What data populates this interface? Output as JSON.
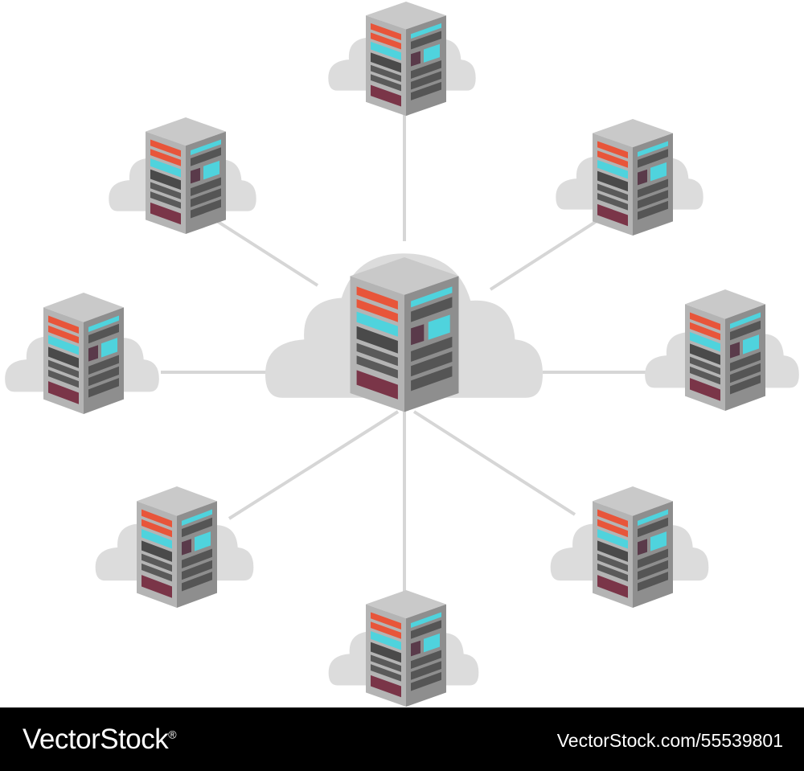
{
  "diagram": {
    "hub": {
      "name": "central-cloud-server"
    },
    "nodes": [
      {
        "name": "server-top"
      },
      {
        "name": "server-top-right"
      },
      {
        "name": "server-right"
      },
      {
        "name": "server-bottom-right"
      },
      {
        "name": "server-bottom"
      },
      {
        "name": "server-bottom-left"
      },
      {
        "name": "server-left"
      },
      {
        "name": "server-top-left"
      }
    ],
    "colors": {
      "cloud": "#dcdcdc",
      "line": "#d6d6d6",
      "rack_top": "#c9c9c9",
      "rack_left": "#a9a9a9",
      "rack_right": "#8f8f8f",
      "led_red": "#e8553a",
      "led_cyan": "#4fd3dd",
      "slot_dark": "#4a4a4a",
      "base_maroon": "#7a3548"
    }
  },
  "footer": {
    "brand": "VectorStock",
    "registered": "®",
    "image_id": "VectorStock.com/55539801"
  }
}
